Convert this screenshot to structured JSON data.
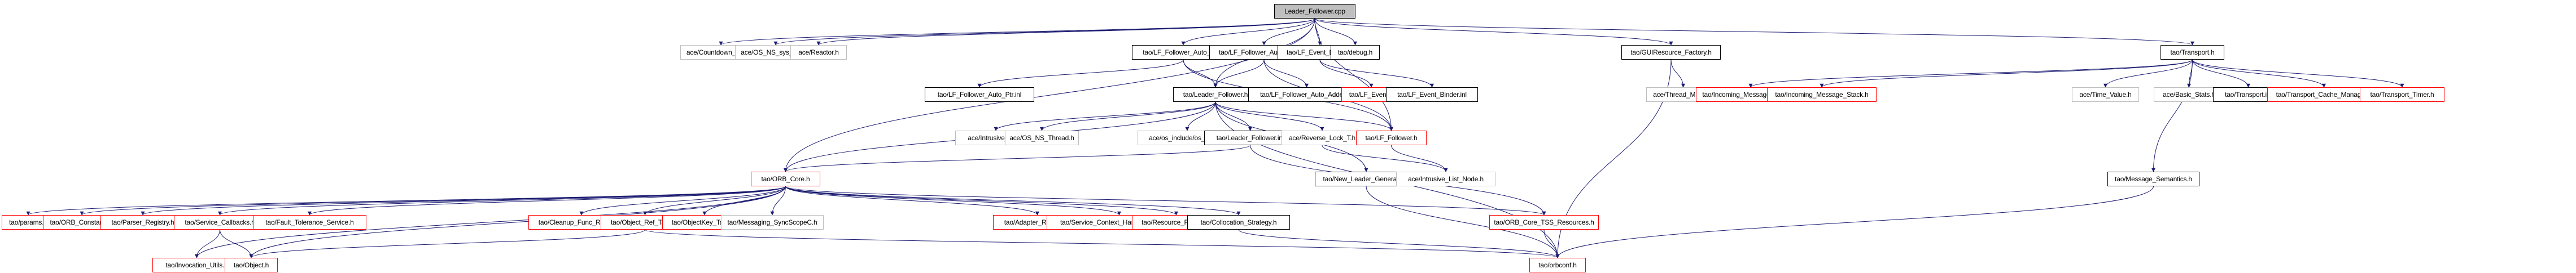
{
  "diagram": {
    "title": "Leader_Follower.cpp",
    "colors": {
      "edge": "#191970",
      "root_fill": "#bfbfbf",
      "normal_border": "#000000",
      "missing_border": "#ff0000",
      "external_border": "#bfbfbf"
    },
    "nodes": [
      {
        "id": "root",
        "label": "Leader_Follower.cpp",
        "kind": "root"
      },
      {
        "id": "countdown",
        "label": "ace/Countdown_Time.h",
        "kind": "external"
      },
      {
        "id": "sys_time",
        "label": "ace/OS_NS_sys_time.h",
        "kind": "external"
      },
      {
        "id": "reactor",
        "label": "ace/Reactor.h",
        "kind": "external"
      },
      {
        "id": "auto_ptr",
        "label": "tao/LF_Follower_Auto_Ptr.h",
        "kind": "normal"
      },
      {
        "id": "auto_adder",
        "label": "tao/LF_Follower_Auto_Adder.h",
        "kind": "normal"
      },
      {
        "id": "event_binder",
        "label": "tao/LF_Event_Binder.h",
        "kind": "normal"
      },
      {
        "id": "debug",
        "label": "tao/debug.h",
        "kind": "normal"
      },
      {
        "id": "gui_factory",
        "label": "tao/GUIResource_Factory.h",
        "kind": "normal"
      },
      {
        "id": "transport",
        "label": "tao/Transport.h",
        "kind": "normal"
      },
      {
        "id": "auto_ptr_inl",
        "label": "tao/LF_Follower_Auto_Ptr.inl",
        "kind": "normal"
      },
      {
        "id": "leader_follower",
        "label": "tao/Leader_Follower.h",
        "kind": "normal"
      },
      {
        "id": "auto_adder_inl",
        "label": "tao/LF_Follower_Auto_Adder.inl",
        "kind": "normal"
      },
      {
        "id": "lf_event",
        "label": "tao/LF_Event.h",
        "kind": "missing"
      },
      {
        "id": "event_binder_inl",
        "label": "tao/LF_Event_Binder.inl",
        "kind": "normal"
      },
      {
        "id": "thread_mutex",
        "label": "ace/Thread_Mutex.h",
        "kind": "external"
      },
      {
        "id": "in_msg_queue",
        "label": "tao/Incoming_Message_Queue.h",
        "kind": "missing"
      },
      {
        "id": "in_msg_stack",
        "label": "tao/Incoming_Message_Stack.h",
        "kind": "missing"
      },
      {
        "id": "time_value",
        "label": "ace/Time_Value.h",
        "kind": "external"
      },
      {
        "id": "basic_stats",
        "label": "ace/Basic_Stats.h",
        "kind": "external"
      },
      {
        "id": "transport_inl",
        "label": "tao/Transport.inl",
        "kind": "normal"
      },
      {
        "id": "cache_mgr",
        "label": "tao/Transport_Cache_Manager.h",
        "kind": "missing"
      },
      {
        "id": "transport_timer",
        "label": "tao/Transport_Timer.h",
        "kind": "missing"
      },
      {
        "id": "intrusive_list",
        "label": "ace/Intrusive_List.h",
        "kind": "external"
      },
      {
        "id": "ns_thread",
        "label": "ace/OS_NS_Thread.h",
        "kind": "external"
      },
      {
        "id": "os_errno",
        "label": "ace/os_include/os_errno.h",
        "kind": "external"
      },
      {
        "id": "leader_follower_inl",
        "label": "tao/Leader_Follower.inl",
        "kind": "normal"
      },
      {
        "id": "reverse_lock",
        "label": "ace/Reverse_Lock_T.h",
        "kind": "external"
      },
      {
        "id": "lf_follower",
        "label": "tao/LF_Follower.h",
        "kind": "missing"
      },
      {
        "id": "orb_core",
        "label": "tao/ORB_Core.h",
        "kind": "missing"
      },
      {
        "id": "new_leader_gen",
        "label": "tao/New_Leader_Generator.h",
        "kind": "normal"
      },
      {
        "id": "intrusive_list_node",
        "label": "ace/Intrusive_List_Node.h",
        "kind": "external"
      },
      {
        "id": "message_semantics",
        "label": "tao/Message_Semantics.h",
        "kind": "normal"
      },
      {
        "id": "params",
        "label": "tao/params.h",
        "kind": "missing"
      },
      {
        "id": "orb_constants",
        "label": "tao/ORB_Constants.h",
        "kind": "missing"
      },
      {
        "id": "parser_registry",
        "label": "tao/Parser_Registry.h",
        "kind": "missing"
      },
      {
        "id": "service_callbacks",
        "label": "tao/Service_Callbacks.h",
        "kind": "missing"
      },
      {
        "id": "fault_tolerance",
        "label": "tao/Fault_Tolerance_Service.h",
        "kind": "missing"
      },
      {
        "id": "cleanup_func",
        "label": "tao/Cleanup_Func_Registry.h",
        "kind": "missing"
      },
      {
        "id": "object_ref_table",
        "label": "tao/Object_Ref_Table.h",
        "kind": "missing"
      },
      {
        "id": "objectkey_table",
        "label": "tao/ObjectKey_Table.h",
        "kind": "missing"
      },
      {
        "id": "sync_scope",
        "label": "tao/Messaging_SyncScopeC.h",
        "kind": "external"
      },
      {
        "id": "adapter_registry",
        "label": "tao/Adapter_Registry.h",
        "kind": "missing"
      },
      {
        "id": "svc_ctx_handler",
        "label": "tao/Service_Context_Handler_Registry.h",
        "kind": "missing"
      },
      {
        "id": "resource_factory",
        "label": "tao/Resource_Factory.h",
        "kind": "missing"
      },
      {
        "id": "collocation",
        "label": "tao/Collocation_Strategy.h",
        "kind": "normal"
      },
      {
        "id": "tss_resources",
        "label": "tao/ORB_Core_TSS_Resources.h",
        "kind": "missing"
      },
      {
        "id": "invocation_utils",
        "label": "tao/Invocation_Utils.h",
        "kind": "missing"
      },
      {
        "id": "object",
        "label": "tao/Object.h",
        "kind": "missing"
      },
      {
        "id": "orbconf",
        "label": "tao/orbconf.h",
        "kind": "missing"
      }
    ],
    "edges": [
      [
        "root",
        "countdown"
      ],
      [
        "root",
        "sys_time"
      ],
      [
        "root",
        "reactor"
      ],
      [
        "root",
        "orb_core"
      ],
      [
        "root",
        "auto_ptr"
      ],
      [
        "root",
        "leader_follower"
      ],
      [
        "root",
        "auto_adder"
      ],
      [
        "root",
        "event_binder"
      ],
      [
        "root",
        "debug"
      ],
      [
        "root",
        "gui_factory"
      ],
      [
        "root",
        "transport"
      ],
      [
        "root",
        "lf_follower"
      ],
      [
        "auto_ptr",
        "auto_ptr_inl"
      ],
      [
        "auto_ptr",
        "leader_follower"
      ],
      [
        "auto_ptr",
        "lf_follower"
      ],
      [
        "auto_adder",
        "leader_follower"
      ],
      [
        "auto_adder",
        "auto_adder_inl"
      ],
      [
        "auto_adder",
        "lf_follower"
      ],
      [
        "event_binder",
        "lf_event"
      ],
      [
        "event_binder",
        "event_binder_inl"
      ],
      [
        "gui_factory",
        "thread_mutex"
      ],
      [
        "gui_factory",
        "orbconf"
      ],
      [
        "transport",
        "in_msg_queue"
      ],
      [
        "transport",
        "in_msg_stack"
      ],
      [
        "transport",
        "time_value"
      ],
      [
        "transport",
        "basic_stats"
      ],
      [
        "transport",
        "transport_inl"
      ],
      [
        "transport",
        "cache_mgr"
      ],
      [
        "transport",
        "transport_timer"
      ],
      [
        "transport",
        "message_semantics"
      ],
      [
        "leader_follower",
        "intrusive_list"
      ],
      [
        "leader_follower",
        "ns_thread"
      ],
      [
        "leader_follower",
        "os_errno"
      ],
      [
        "leader_follower",
        "leader_follower_inl"
      ],
      [
        "leader_follower",
        "reverse_lock"
      ],
      [
        "leader_follower",
        "lf_follower"
      ],
      [
        "leader_follower",
        "new_leader_gen"
      ],
      [
        "leader_follower",
        "orb_core"
      ],
      [
        "leader_follower",
        "orbconf"
      ],
      [
        "leader_follower_inl",
        "orb_core"
      ],
      [
        "leader_follower_inl",
        "tss_resources"
      ],
      [
        "lf_follower",
        "intrusive_list_node"
      ],
      [
        "reverse_lock",
        "intrusive_list_node"
      ],
      [
        "new_leader_gen",
        "orbconf"
      ],
      [
        "orb_core",
        "params"
      ],
      [
        "orb_core",
        "orb_constants"
      ],
      [
        "orb_core",
        "parser_registry"
      ],
      [
        "orb_core",
        "service_callbacks"
      ],
      [
        "orb_core",
        "invocation_utils"
      ],
      [
        "orb_core",
        "object"
      ],
      [
        "orb_core",
        "fault_tolerance"
      ],
      [
        "orb_core",
        "cleanup_func"
      ],
      [
        "orb_core",
        "object_ref_table"
      ],
      [
        "orb_core",
        "objectkey_table"
      ],
      [
        "orb_core",
        "sync_scope"
      ],
      [
        "orb_core",
        "adapter_registry"
      ],
      [
        "orb_core",
        "svc_ctx_handler"
      ],
      [
        "orb_core",
        "resource_factory"
      ],
      [
        "orb_core",
        "collocation"
      ],
      [
        "orb_core",
        "tss_resources"
      ],
      [
        "service_callbacks",
        "invocation_utils"
      ],
      [
        "service_callbacks",
        "object"
      ],
      [
        "object_ref_table",
        "object"
      ],
      [
        "object_ref_table",
        "orbconf"
      ],
      [
        "collocation",
        "orbconf"
      ],
      [
        "tss_resources",
        "orbconf"
      ],
      [
        "message_semantics",
        "orbconf"
      ]
    ]
  }
}
